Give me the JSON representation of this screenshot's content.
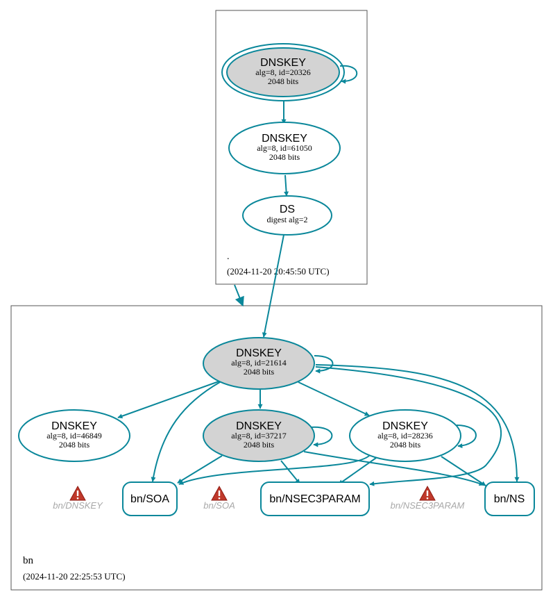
{
  "colors": {
    "edge": "#0a879a",
    "ksk_fill": "#d3d3d3",
    "zsk_fill": "#ffffff",
    "warning_red": "#c0392b",
    "warning_label": "#a8a8a8",
    "cluster_border": "#555555"
  },
  "zones": {
    "root": {
      "name": ".",
      "timestamp": "(2024-11-20 20:45:50 UTC)"
    },
    "bn": {
      "name": "bn",
      "timestamp": "(2024-11-20 22:25:53 UTC)"
    }
  },
  "nodes": {
    "root_ksk": {
      "title": "DNSKEY",
      "line1": "alg=8, id=20326",
      "line2": "2048 bits",
      "style": "ksk-double"
    },
    "root_zsk": {
      "title": "DNSKEY",
      "line1": "alg=8, id=61050",
      "line2": "2048 bits",
      "style": "zsk"
    },
    "root_ds": {
      "title": "DS",
      "line1": "digest alg=2",
      "style": "zsk"
    },
    "bn_ksk": {
      "title": "DNSKEY",
      "line1": "alg=8, id=21614",
      "line2": "2048 bits",
      "style": "ksk"
    },
    "bn_k46849": {
      "title": "DNSKEY",
      "line1": "alg=8, id=46849",
      "line2": "2048 bits",
      "style": "zsk"
    },
    "bn_k37217": {
      "title": "DNSKEY",
      "line1": "alg=8, id=37217",
      "line2": "2048 bits",
      "style": "ksk"
    },
    "bn_k28236": {
      "title": "DNSKEY",
      "line1": "alg=8, id=28236",
      "line2": "2048 bits",
      "style": "zsk"
    }
  },
  "rrsets": {
    "soa": "bn/SOA",
    "nsec3param": "bn/NSEC3PARAM",
    "ns": "bn/NS"
  },
  "warnings": {
    "dnskey": {
      "label": "bn/DNSKEY",
      "icon": "warning-triangle-icon"
    },
    "soa": {
      "label": "bn/SOA",
      "icon": "warning-triangle-icon"
    },
    "nsec3param": {
      "label": "bn/NSEC3PARAM",
      "icon": "warning-triangle-icon"
    }
  }
}
